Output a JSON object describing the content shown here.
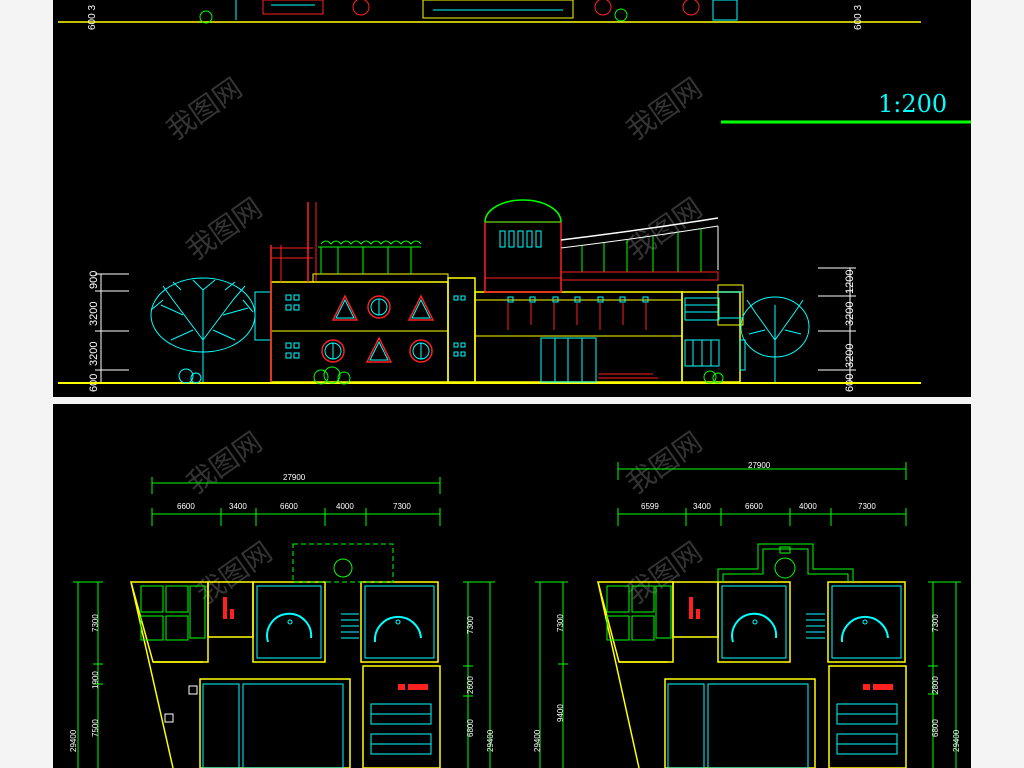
{
  "colors": {
    "background": "#000000",
    "page": "#f4f4f4",
    "yellow": "#ffff00",
    "cyan": "#00ffff",
    "red": "#ff2020",
    "green": "#00ff00",
    "white": "#e8e8e8",
    "magenta": "#ff40ff",
    "watermark": "#3a3a3a"
  },
  "scale_label": "1:200",
  "elevation": {
    "left_dimensions": [
      "600",
      "3200",
      "3200",
      "900"
    ],
    "right_dimensions": [
      "600",
      "3200",
      "3200",
      "1200"
    ],
    "top_fragment_left": "600 3",
    "top_fragment_right": "600 3"
  },
  "plan_left": {
    "total_width": "27900",
    "segments": [
      "6600",
      "3400",
      "6600",
      "4000",
      "7300"
    ],
    "left_dims": [
      "7300",
      "1900",
      "7500",
      "29400"
    ],
    "right_dims": [
      "7300",
      "2600",
      "6800",
      "29400"
    ]
  },
  "plan_right": {
    "total_width": "27900",
    "segments": [
      "6599",
      "3400",
      "6600",
      "4000",
      "7300"
    ],
    "left_dims": [
      "7300",
      "9400",
      "29400"
    ],
    "right_dims": [
      "7300",
      "2800",
      "6800",
      "29400"
    ]
  },
  "watermark_text": "我图网"
}
